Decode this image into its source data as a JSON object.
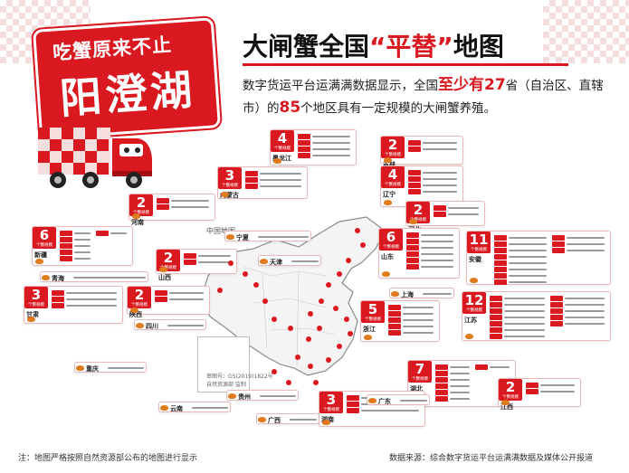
{
  "headline": {
    "line1": "吃蟹原来不止",
    "line2": "阳澄湖"
  },
  "title": {
    "before": "大闸蟹全国",
    "quote": "“平替”",
    "after": "地图"
  },
  "subtitle": {
    "part1": "数字货运平台运满满数据显示，全国",
    "emph1": "至少有27",
    "part2": "省（自治区、直辖市）的",
    "emph2": "85",
    "part3": "个地区具有一定规模的大闸蟹养殖。"
  },
  "map_label": "中国地图",
  "approval": "审图号：GS(2019)1822号",
  "approval2": "自然资源部 监制",
  "footer": {
    "note": "注：地图严格按照自然资源部公布的地图进行显示",
    "source": "数据来源：综合数字货运平台运满满数据及媒体公开报道"
  },
  "regions": [
    {
      "count": "4",
      "name": "黑龙江",
      "rows": 4
    },
    {
      "count": "2",
      "name": "吉林",
      "rows": 2
    },
    {
      "count": "4",
      "name": "辽宁",
      "rows": 4
    },
    {
      "count": "3",
      "name": "内蒙古",
      "rows": 3
    },
    {
      "count": "2",
      "name": "河北",
      "rows": 2
    },
    {
      "count": "2",
      "name": "河南",
      "rows": 2
    },
    {
      "count": "6",
      "name": "新疆",
      "rows": 6
    },
    {
      "count": "2",
      "name": "山西",
      "rows": 2
    },
    {
      "count": "6",
      "name": "山东",
      "rows": 6
    },
    {
      "count": "11",
      "name": "安徽",
      "rows": 11
    },
    {
      "count": "12",
      "name": "江苏",
      "rows": 12
    },
    {
      "count": "3",
      "name": "甘肃",
      "rows": 3
    },
    {
      "count": "2",
      "name": "陕西",
      "rows": 2
    },
    {
      "count": "5",
      "name": "浙江",
      "rows": 5
    },
    {
      "count": "7",
      "name": "湖北",
      "rows": 7
    },
    {
      "count": "3",
      "name": "湖南",
      "rows": 3
    },
    {
      "count": "2",
      "name": "江西",
      "rows": 2
    }
  ],
  "singles": [
    "宁夏",
    "天津",
    "青海",
    "上海",
    "四川",
    "重庆",
    "贵州",
    "云南",
    "广东",
    "广西"
  ],
  "badge_small": "个蟹规模"
}
